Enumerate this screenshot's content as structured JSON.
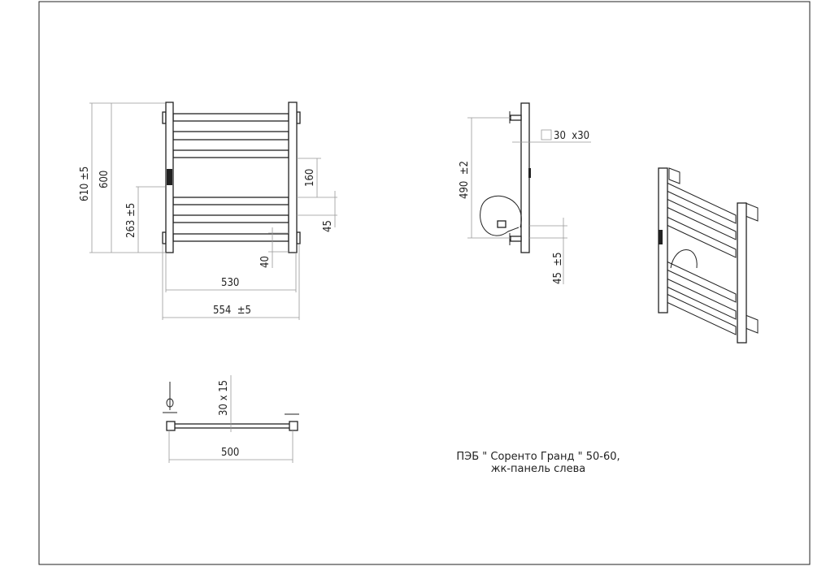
{
  "front_view": {
    "dim_height_total": "610  ±5",
    "dim_height": "600",
    "dim_panel_height": "263  ±5",
    "dim_gap": "160",
    "dim_rail_pitch": "45",
    "dim_bottom_offset": "40",
    "dim_width_axes": "530",
    "dim_width_total": "554  ±5"
  },
  "side_view": {
    "dim_mount_distance": "490  ±2",
    "dim_profile": "30  x30",
    "dim_wall_offset": "45  ±5"
  },
  "top_view": {
    "dim_rail_profile": "30 x 15",
    "dim_width": "500"
  },
  "caption": {
    "line1": "ПЭБ \" Соренто Гранд \" 50-60,",
    "line2": "жк-панель слева"
  }
}
